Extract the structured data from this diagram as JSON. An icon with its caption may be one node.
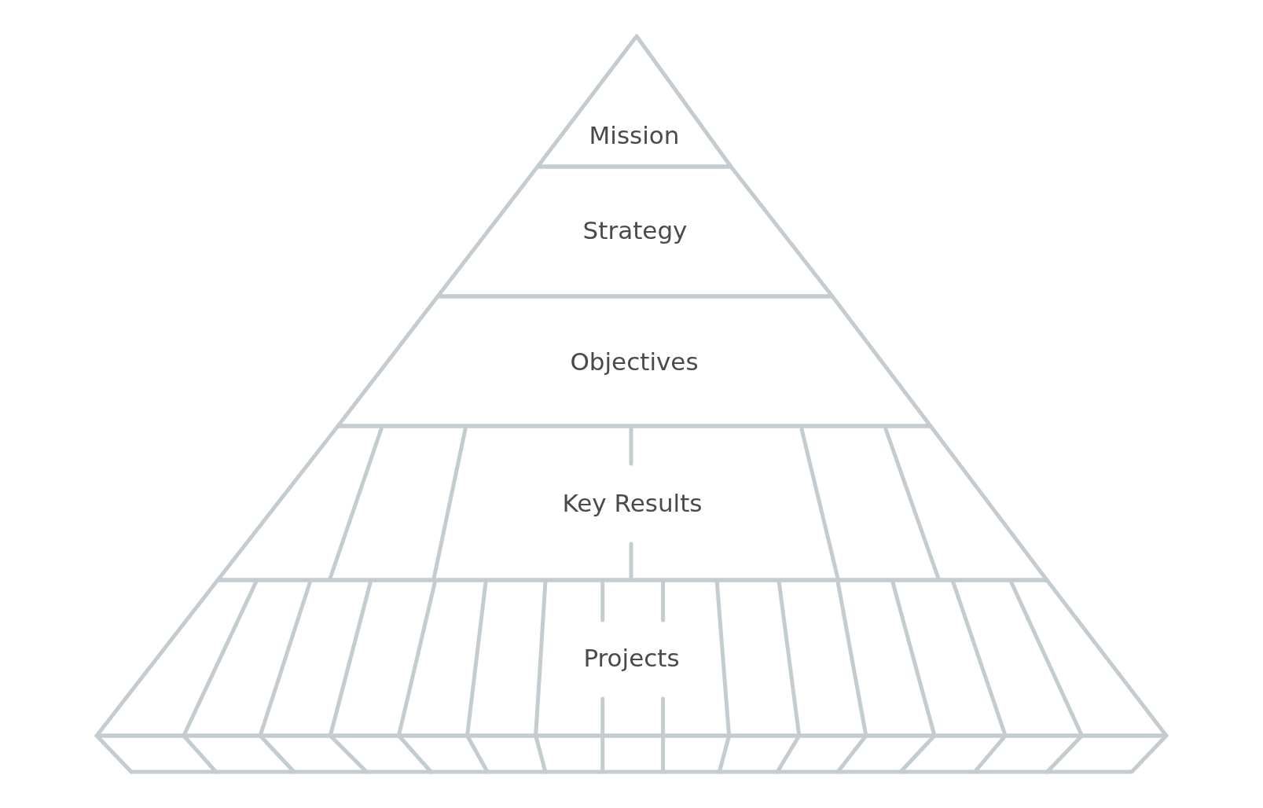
{
  "diagram": {
    "nodes": [
      {
        "text": [
          "Mission"
        ]
      },
      {
        "text": [
          "Strategy"
        ]
      },
      {
        "text": [
          "Objectives"
        ]
      },
      {
        "text": [
          "Key Results"
        ]
      },
      {
        "text": [
          "Projects"
        ]
      }
    ]
  }
}
